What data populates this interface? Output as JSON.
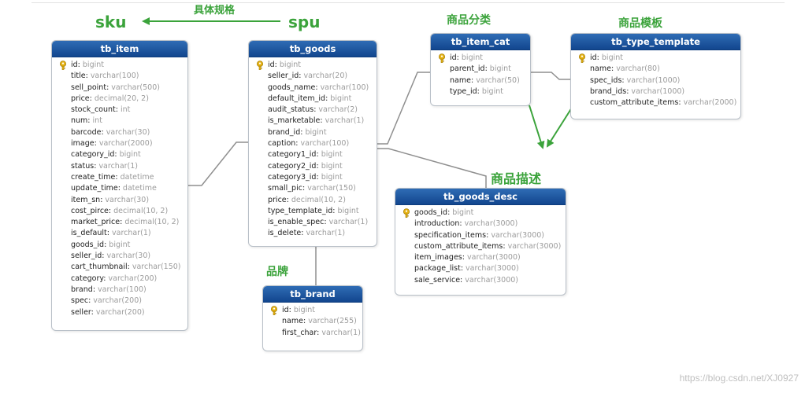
{
  "labels": {
    "sku": "sku",
    "spu": "spu",
    "arrow_label": "具体规格",
    "item_cat": "商品分类",
    "type_template": "商品模板",
    "goods_desc": "商品描述",
    "brand": "品牌"
  },
  "colors": {
    "header": "#1a5199",
    "label_green": "#3ba33b",
    "key": "#e7b416"
  },
  "tables": {
    "tb_item": {
      "title": "tb_item",
      "columns": [
        {
          "name": "id",
          "type": "bigint",
          "key": true
        },
        {
          "name": "title",
          "type": "varchar(100)"
        },
        {
          "name": "sell_point",
          "type": "varchar(500)"
        },
        {
          "name": "price",
          "type": "decimal(20, 2)"
        },
        {
          "name": "stock_count",
          "type": "int"
        },
        {
          "name": "num",
          "type": "int"
        },
        {
          "name": "barcode",
          "type": "varchar(30)"
        },
        {
          "name": "image",
          "type": "varchar(2000)"
        },
        {
          "name": "category_id",
          "type": "bigint"
        },
        {
          "name": "status",
          "type": "varchar(1)"
        },
        {
          "name": "create_time",
          "type": "datetime"
        },
        {
          "name": "update_time",
          "type": "datetime"
        },
        {
          "name": "item_sn",
          "type": "varchar(30)"
        },
        {
          "name": "cost_pirce",
          "type": "decimal(10, 2)"
        },
        {
          "name": "market_price",
          "type": "decimal(10, 2)"
        },
        {
          "name": "is_default",
          "type": "varchar(1)"
        },
        {
          "name": "goods_id",
          "type": "bigint"
        },
        {
          "name": "seller_id",
          "type": "varchar(30)"
        },
        {
          "name": "cart_thumbnail",
          "type": "varchar(150)"
        },
        {
          "name": "category",
          "type": "varchar(200)"
        },
        {
          "name": "brand",
          "type": "varchar(100)"
        },
        {
          "name": "spec",
          "type": "varchar(200)"
        },
        {
          "name": "seller",
          "type": "varchar(200)"
        }
      ]
    },
    "tb_goods": {
      "title": "tb_goods",
      "columns": [
        {
          "name": "id",
          "type": "bigint",
          "key": true
        },
        {
          "name": "seller_id",
          "type": "varchar(20)"
        },
        {
          "name": "goods_name",
          "type": "varchar(100)"
        },
        {
          "name": "default_item_id",
          "type": "bigint"
        },
        {
          "name": "audit_status",
          "type": "varchar(2)"
        },
        {
          "name": "is_marketable",
          "type": "varchar(1)"
        },
        {
          "name": "brand_id",
          "type": "bigint"
        },
        {
          "name": "caption",
          "type": "varchar(100)"
        },
        {
          "name": "category1_id",
          "type": "bigint"
        },
        {
          "name": "category2_id",
          "type": "bigint"
        },
        {
          "name": "category3_id",
          "type": "bigint"
        },
        {
          "name": "small_pic",
          "type": "varchar(150)"
        },
        {
          "name": "price",
          "type": "decimal(10, 2)"
        },
        {
          "name": "type_template_id",
          "type": "bigint"
        },
        {
          "name": "is_enable_spec",
          "type": "varchar(1)"
        },
        {
          "name": "is_delete",
          "type": "varchar(1)"
        }
      ]
    },
    "tb_item_cat": {
      "title": "tb_item_cat",
      "columns": [
        {
          "name": "id",
          "type": "bigint",
          "key": true
        },
        {
          "name": "parent_id",
          "type": "bigint"
        },
        {
          "name": "name",
          "type": "varchar(50)"
        },
        {
          "name": "type_id",
          "type": "bigint"
        }
      ]
    },
    "tb_type_template": {
      "title": "tb_type_template",
      "columns": [
        {
          "name": "id",
          "type": "bigint",
          "key": true
        },
        {
          "name": "name",
          "type": "varchar(80)"
        },
        {
          "name": "spec_ids",
          "type": "varchar(1000)"
        },
        {
          "name": "brand_ids",
          "type": "varchar(1000)"
        },
        {
          "name": "custom_attribute_items",
          "type": "varchar(2000)"
        }
      ]
    },
    "tb_goods_desc": {
      "title": "tb_goods_desc",
      "columns": [
        {
          "name": "goods_id",
          "type": "bigint",
          "key": true
        },
        {
          "name": "introduction",
          "type": "varchar(3000)"
        },
        {
          "name": "specification_items",
          "type": "varchar(3000)"
        },
        {
          "name": "custom_attribute_items",
          "type": "varchar(3000)"
        },
        {
          "name": "item_images",
          "type": "varchar(3000)"
        },
        {
          "name": "package_list",
          "type": "varchar(3000)"
        },
        {
          "name": "sale_service",
          "type": "varchar(3000)"
        }
      ]
    },
    "tb_brand": {
      "title": "tb_brand",
      "columns": [
        {
          "name": "id",
          "type": "bigint",
          "key": true
        },
        {
          "name": "name",
          "type": "varchar(255)"
        },
        {
          "name": "first_char",
          "type": "varchar(1)"
        }
      ]
    }
  },
  "watermark": "https://blog.csdn.net/XJ0927"
}
